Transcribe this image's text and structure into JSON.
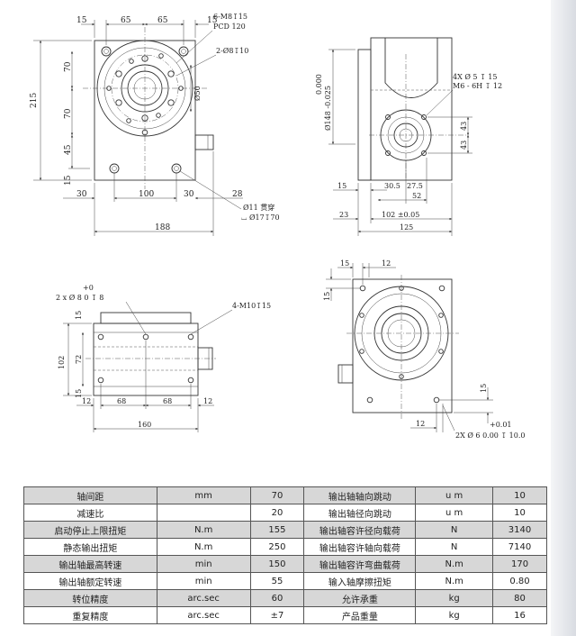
{
  "drawing": {
    "front": {
      "dim_top_15": "15",
      "dim_top_65a": "65",
      "dim_top_65b": "65",
      "dim_top_15b": "15",
      "note_m8": "6-M8↧15",
      "note_pcd": "PCD 120",
      "note_pin": "2-Ø8↧10",
      "dim_215": "215",
      "dim_70a": "70",
      "dim_70b": "70",
      "dim_45": "45",
      "dim_15": "15",
      "dim_phi50": "Ø50",
      "dim_bot_30a": "30",
      "dim_bot_100": "100",
      "dim_bot_30b": "30",
      "dim_28": "28",
      "note_hole": "Ø11 贯穿",
      "note_cbore": "⌴ Ø17↧70",
      "dim_188": "188"
    },
    "side": {
      "tol_upper": "0.000",
      "tol_lower": "Ø148 -0.025",
      "note_4x": "4X Ø 5 ↧ 15",
      "note_m6": "M6 - 6H ↧ 12",
      "dim_43a": "43",
      "dim_43b": "43",
      "dim_15": "15",
      "dim_305": "30.5",
      "dim_275": "27.5",
      "dim_52": "52",
      "dim_23": "23",
      "dim_102": "102 ±0.05",
      "dim_125": "125"
    },
    "bottom": {
      "tol_plus": "+0",
      "note_pin": "2 x Ø 8  0 ↧ 8",
      "note_m10": "4-M10↧15",
      "dim_15a": "15",
      "dim_102": "102",
      "dim_72": "72",
      "dim_15b": "15",
      "dim_12a": "12",
      "dim_68a": "68",
      "dim_68b": "68",
      "dim_12b": "12",
      "dim_160": "160"
    },
    "top": {
      "dim_15a": "15",
      "dim_12a": "12",
      "dim_15b": "15",
      "dim_15c": "15",
      "dim_12b": "12",
      "tol_plus": "+0.01",
      "note_2x": "2X Ø 6  0.00 ↧ 10.0"
    }
  },
  "spec_table": {
    "rows": [
      [
        "轴间距",
        "mm",
        "70",
        "输出轴轴向跳动",
        "u m",
        "10"
      ],
      [
        "减速比",
        "",
        "20",
        "输出轴径向跳动",
        "u m",
        "10"
      ],
      [
        "启动停止上限扭矩",
        "N.m",
        "155",
        "输出轴容许径向载荷",
        "N",
        "3140"
      ],
      [
        "静态输出扭矩",
        "N.m",
        "250",
        "输出轴容许轴向载荷",
        "N",
        "7140"
      ],
      [
        "输出轴最高转速",
        "min",
        "150",
        "输出轴容许弯曲载荷",
        "N.m",
        "170"
      ],
      [
        "输出轴额定转速",
        "min",
        "55",
        "输入轴摩擦扭矩",
        "N.m",
        "0.80"
      ],
      [
        "转位精度",
        "arc.sec",
        "60",
        "允许承重",
        "kg",
        "80"
      ],
      [
        "重复精度",
        "arc.sec",
        "±7",
        "产品重量",
        "kg",
        "16"
      ]
    ]
  }
}
